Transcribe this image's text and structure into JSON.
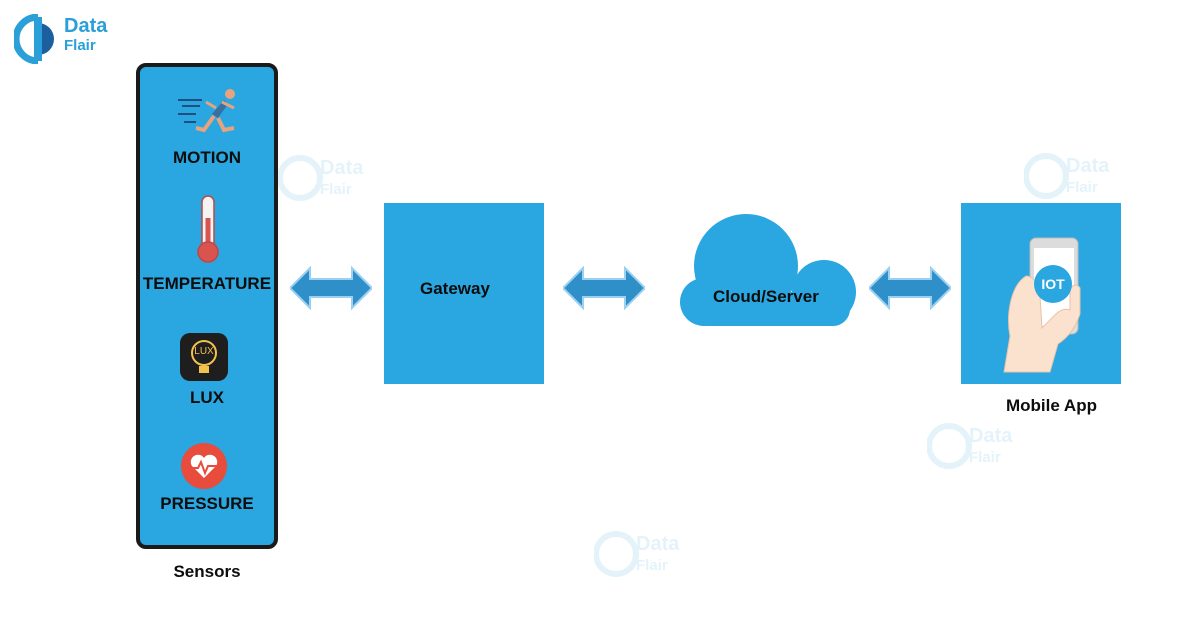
{
  "brand": {
    "line1": "Data",
    "line2": "Flair"
  },
  "sensors": {
    "caption": "Sensors",
    "items": [
      {
        "label": "MOTION",
        "icon": "runner-icon"
      },
      {
        "label": "TEMPERATURE",
        "icon": "thermometer-icon"
      },
      {
        "label": "LUX",
        "icon": "lightbulb-icon",
        "badge": "LUX"
      },
      {
        "label": "PRESSURE",
        "icon": "heart-pulse-icon"
      }
    ]
  },
  "gateway": {
    "label": "Gateway"
  },
  "cloud": {
    "label": "Cloud/Server"
  },
  "mobile": {
    "label": "Mobile App",
    "badge": "IOT"
  },
  "colors": {
    "accent": "#2aa6e0",
    "arrow": "#2f8fc8",
    "text": "#111111"
  }
}
